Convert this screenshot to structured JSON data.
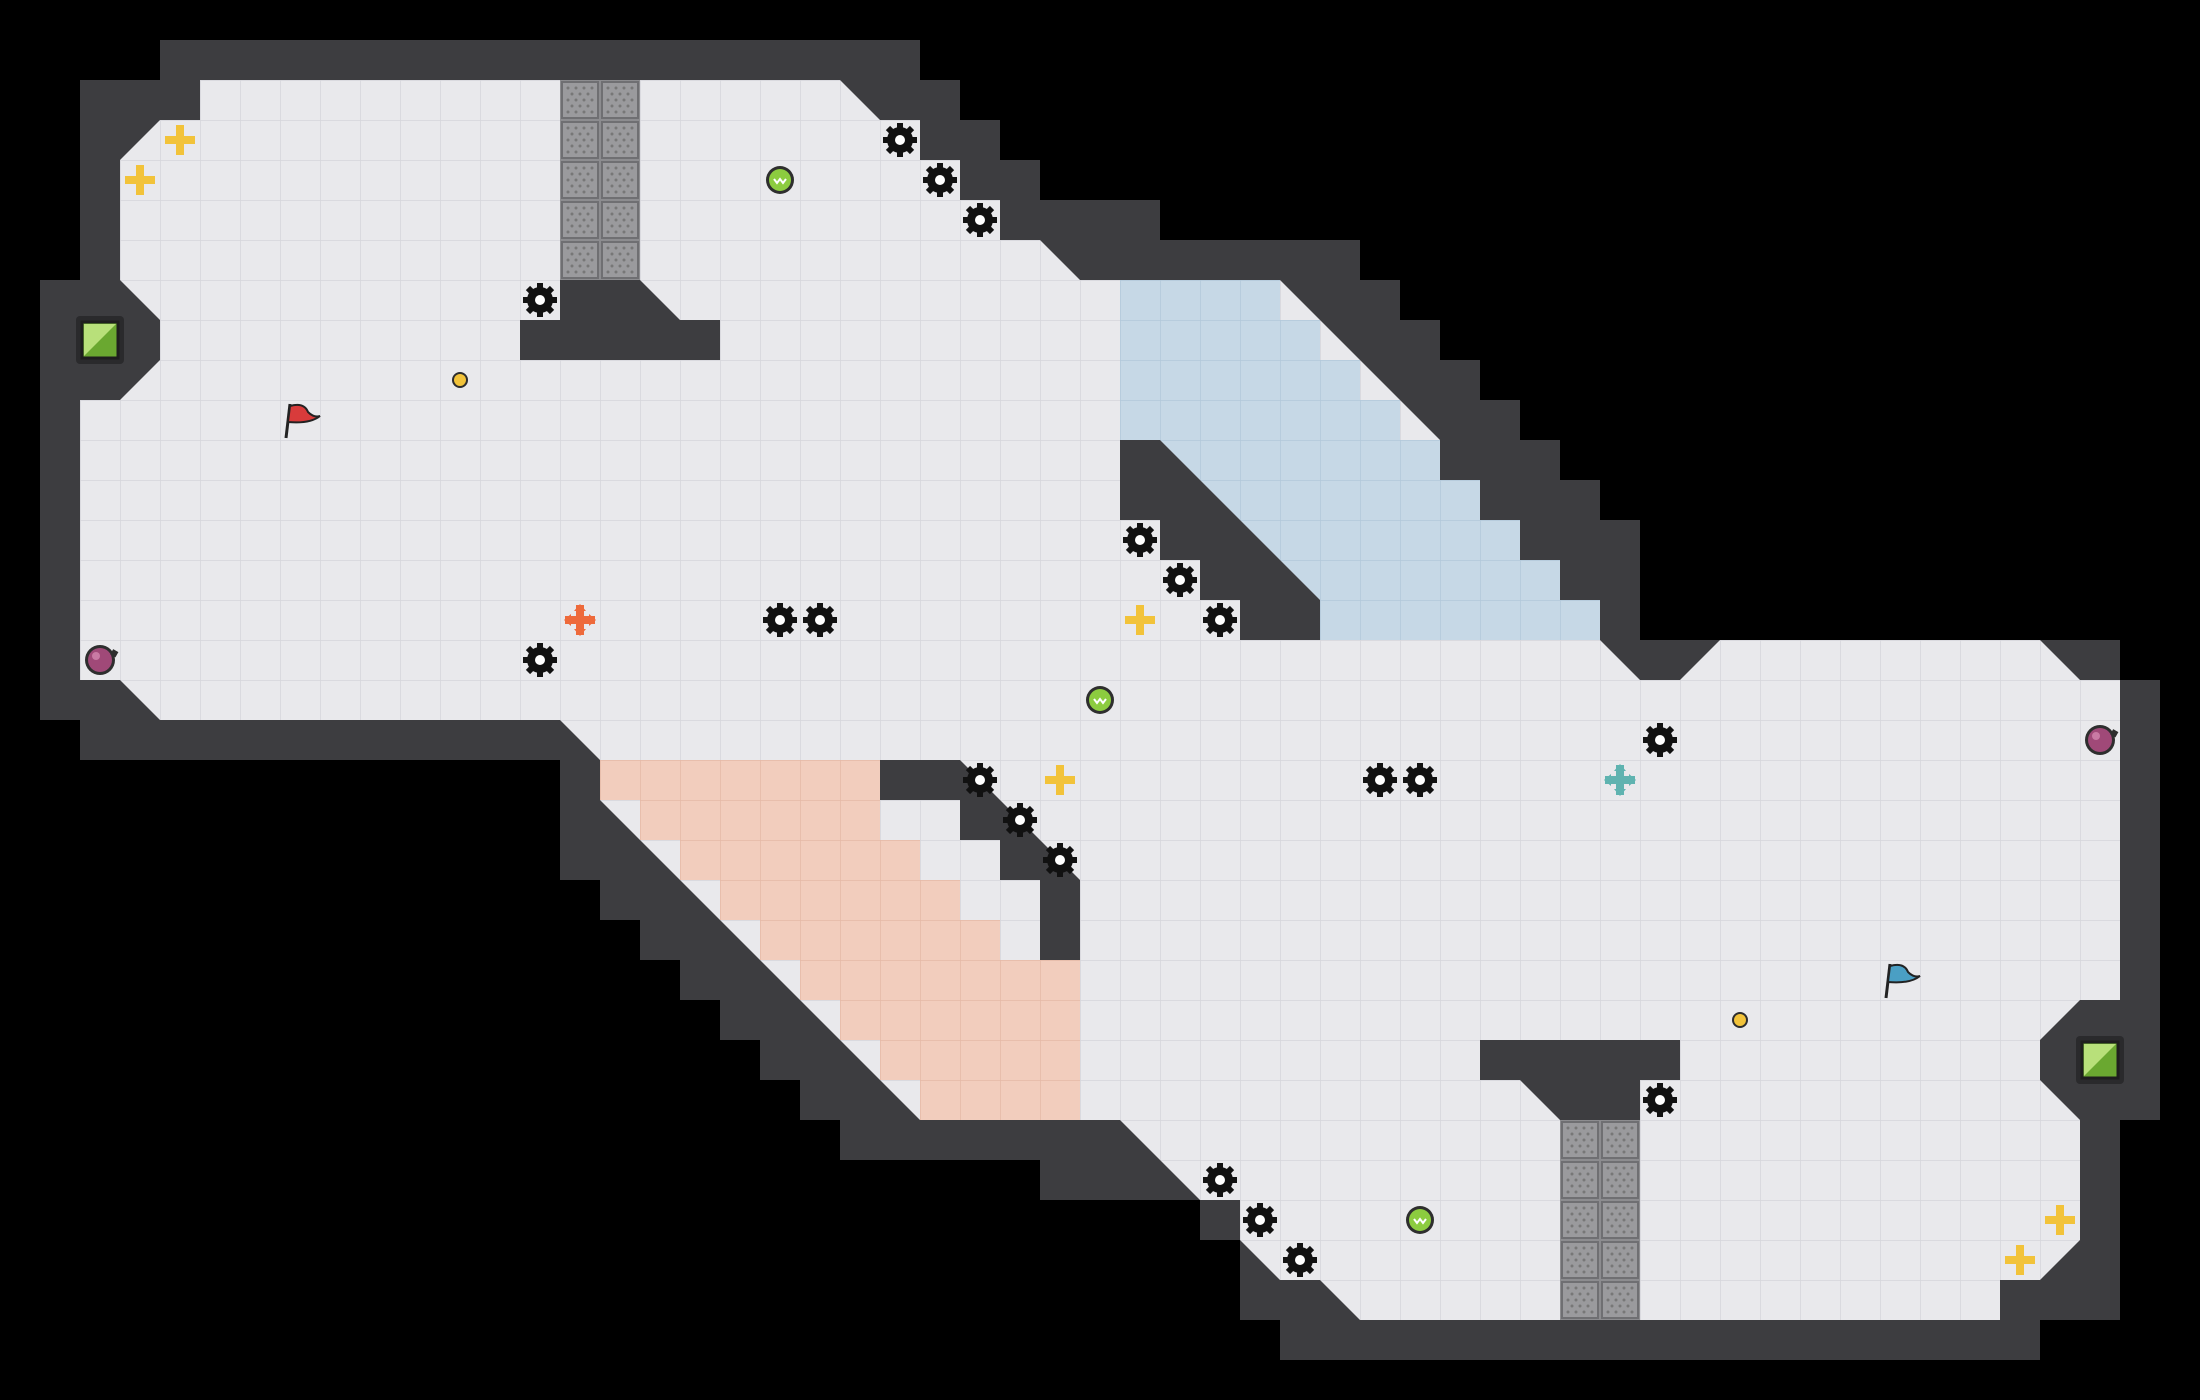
{
  "map": {
    "grid_cols": 55,
    "grid_rows": 35,
    "colors": {
      "void": "#000000",
      "wall": "#3d3d40",
      "wall_edge": "#2a2a2c",
      "floor": "#e9e9ec",
      "floor_line": "#d6d6db",
      "blue_zone": "#c6d8e6",
      "blue_line": "#b2c8da",
      "red_zone": "#f2cdbd",
      "red_line": "#e5b9a6",
      "grate": "#8c8c8f",
      "red_team": "#d83b3b",
      "blue_team": "#4a9fc4",
      "gold": "#f2c33a",
      "teal": "#5fb3b0",
      "orange": "#ee6a3b",
      "green": "#8ccc3f",
      "purple": "#a04978"
    },
    "markers": [
      {
        "kind": "red-flag-icon",
        "col": 7,
        "row": 10
      },
      {
        "kind": "blue-flag-icon",
        "col": 47,
        "row": 24
      },
      {
        "kind": "red-spawn-icon",
        "col": 14,
        "row": 15
      },
      {
        "kind": "teal-spawn-icon",
        "col": 40,
        "row": 19
      },
      {
        "kind": "gold-plus-icon",
        "col": 4,
        "row": 3
      },
      {
        "kind": "gold-plus-icon",
        "col": 3,
        "row": 4
      },
      {
        "kind": "gold-plus-icon",
        "col": 28,
        "row": 15
      },
      {
        "kind": "gold-plus-icon",
        "col": 26,
        "row": 19
      },
      {
        "kind": "gold-plus-icon",
        "col": 51,
        "row": 30
      },
      {
        "kind": "gold-plus-icon",
        "col": 50,
        "row": 31
      },
      {
        "kind": "green-orb-icon",
        "col": 19,
        "row": 4
      },
      {
        "kind": "green-orb-icon",
        "col": 27,
        "row": 17
      },
      {
        "kind": "green-orb-icon",
        "col": 35,
        "row": 30
      },
      {
        "kind": "yellow-dot-icon",
        "col": 11,
        "row": 9
      },
      {
        "kind": "yellow-dot-icon",
        "col": 43,
        "row": 25
      },
      {
        "kind": "purple-bomb-icon",
        "col": 2,
        "row": 16
      },
      {
        "kind": "purple-bomb-icon",
        "col": 52,
        "row": 18
      },
      {
        "kind": "green-teleporter-icon",
        "col": 2,
        "row": 8
      },
      {
        "kind": "green-teleporter-icon",
        "col": 52,
        "row": 26
      },
      {
        "kind": "mine-icon",
        "col": 22,
        "row": 3
      },
      {
        "kind": "mine-icon",
        "col": 23,
        "row": 4
      },
      {
        "kind": "mine-icon",
        "col": 24,
        "row": 5
      },
      {
        "kind": "mine-icon",
        "col": 13,
        "row": 7
      },
      {
        "kind": "mine-icon",
        "col": 28,
        "row": 13
      },
      {
        "kind": "mine-icon",
        "col": 29,
        "row": 14
      },
      {
        "kind": "mine-icon",
        "col": 30,
        "row": 15
      },
      {
        "kind": "mine-icon",
        "col": 19,
        "row": 15
      },
      {
        "kind": "mine-icon",
        "col": 20,
        "row": 15
      },
      {
        "kind": "mine-icon",
        "col": 13,
        "row": 16
      },
      {
        "kind": "mine-icon",
        "col": 41,
        "row": 18
      },
      {
        "kind": "mine-icon",
        "col": 24,
        "row": 19
      },
      {
        "kind": "mine-icon",
        "col": 25,
        "row": 20
      },
      {
        "kind": "mine-icon",
        "col": 26,
        "row": 21
      },
      {
        "kind": "mine-icon",
        "col": 34,
        "row": 19
      },
      {
        "kind": "mine-icon",
        "col": 35,
        "row": 19
      },
      {
        "kind": "mine-icon",
        "col": 41,
        "row": 27
      },
      {
        "kind": "mine-icon",
        "col": 30,
        "row": 29
      },
      {
        "kind": "mine-icon",
        "col": 31,
        "row": 30
      },
      {
        "kind": "mine-icon",
        "col": 32,
        "row": 31
      }
    ]
  }
}
